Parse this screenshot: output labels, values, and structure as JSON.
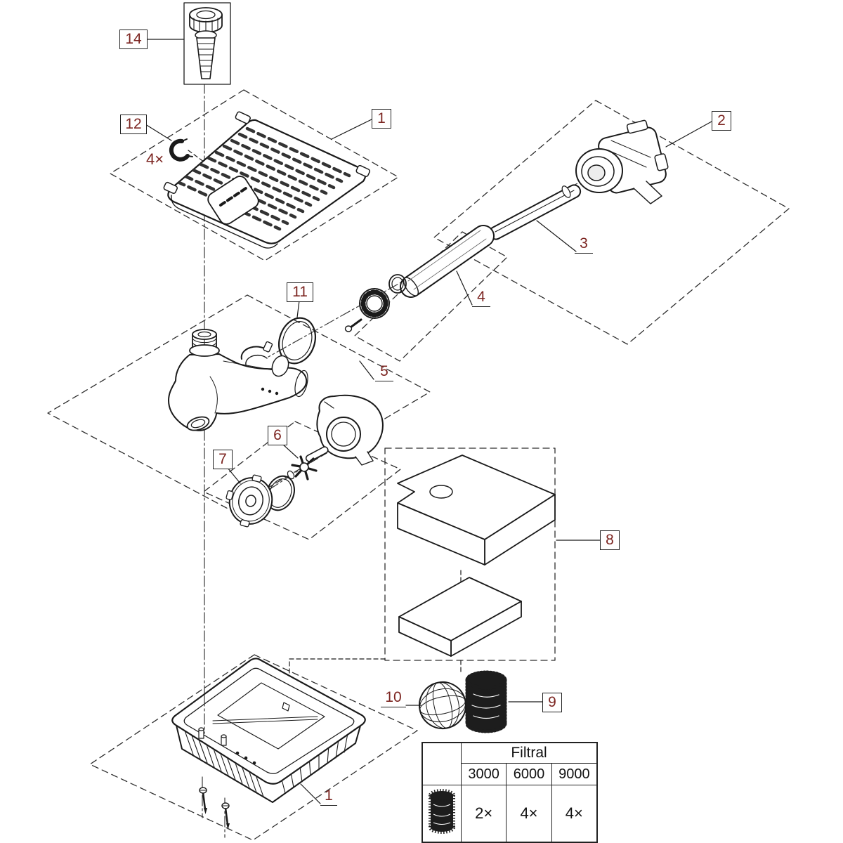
{
  "colors": {
    "ink": "#1a1a1a",
    "label": "#7c2521"
  },
  "labels": {
    "part14": "14",
    "part12": "12",
    "part12_qty": "4×",
    "part1_top": "1",
    "part2": "2",
    "part3": "3",
    "part4": "4",
    "part5": "5",
    "part6": "6",
    "part7": "7",
    "part8": "8",
    "part9": "9",
    "part10": "10",
    "part11": "11",
    "part1_bottom": "1"
  },
  "table": {
    "title": "Filtral",
    "models": [
      "3000",
      "6000",
      "9000"
    ],
    "media_row": {
      "icon": "bristle-media-icon",
      "values": [
        "2×",
        "4×",
        "4×"
      ]
    }
  }
}
